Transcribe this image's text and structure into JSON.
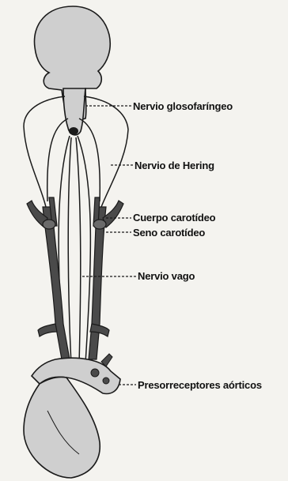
{
  "labels": {
    "glosofaringeo": "Nervio glosofaríngeo",
    "hering": "Nervio de Hering",
    "cuerpo_carotideo": "Cuerpo carotídeo",
    "seno_carotideo": "Seno carotídeo",
    "vago": "Nervio vago",
    "presorreceptores": "Presorreceptores aórticos"
  },
  "colors": {
    "background": "#f4f3ef",
    "organ_fill": "#cfcfcf",
    "vessel_fill": "#4a4a4a",
    "outline": "#1a1a1a"
  }
}
